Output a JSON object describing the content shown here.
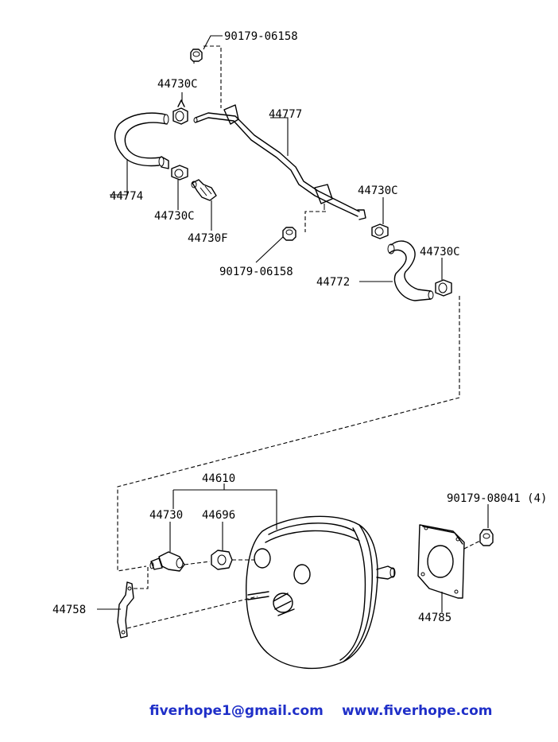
{
  "labels": {
    "p90179_06158_top": "90179-06158",
    "p44730C_a": "44730C",
    "p44777": "44777",
    "p44774": "44774",
    "p44730C_b": "44730C",
    "p44730F": "44730F",
    "p44730C_c": "44730C",
    "p90179_06158_mid": "90179-06158",
    "p44730C_d": "44730C",
    "p44772": "44772",
    "p44610": "44610",
    "p44730": "44730",
    "p44696": "44696",
    "p90179_08041": "90179-08041 (4)",
    "p44758": "44758",
    "p44785": "44785"
  },
  "footer": {
    "email": "fiverhope1@gmail.com",
    "website": "www.fiverhope.com",
    "color": "#1f2fc8"
  }
}
